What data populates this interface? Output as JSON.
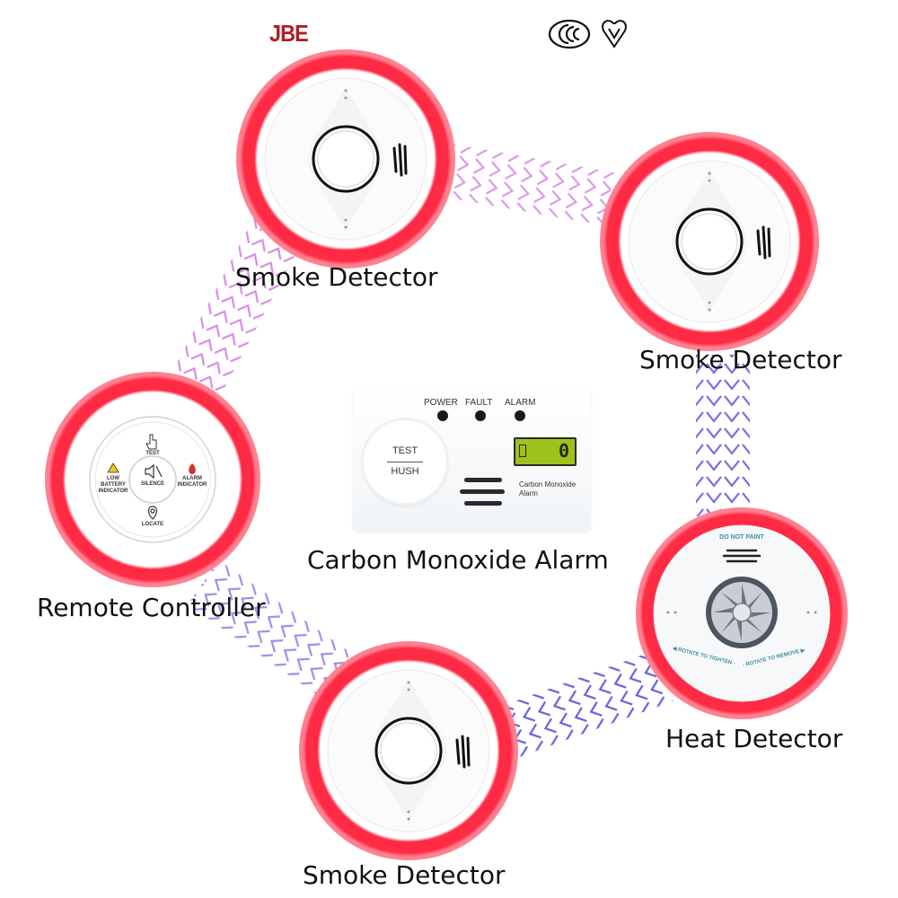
{
  "brand": {
    "name": "JBE",
    "color": "#b01e23"
  },
  "certifications": [
    {
      "icon": "ce-mark-icon"
    },
    {
      "icon": "kitemark-icon"
    }
  ],
  "colors": {
    "ring": "#ff2a44",
    "ring_glow": "#ff9aa8",
    "signal_pink": "#d88ce8",
    "signal_blue": "#6a5fe0",
    "heat_text": "#3a8da6"
  },
  "devices": {
    "smoke_top": {
      "label": "Smoke Detector"
    },
    "smoke_right": {
      "label": "Smoke Detector"
    },
    "remote": {
      "label": "Remote Controller",
      "buttons": {
        "test": "TEST",
        "silence": "SILENCE",
        "low_battery": "LOW BATTERY INDICATOR",
        "alarm": "ALARM INDICATOR",
        "locate": "LOCATE"
      }
    },
    "co_alarm": {
      "label": "Carbon Monoxide Alarm",
      "leds": [
        "POWER",
        "FAULT",
        "ALARM"
      ],
      "button_top": "TEST",
      "button_bottom": "HUSH",
      "display_value": "0",
      "description": "Carbon Monoxide Alarm"
    },
    "heat": {
      "label": "Heat Detector",
      "top_text": "DO NOT PAINT",
      "bottom_left": "◀ ROTATE TO TIGHTEN -",
      "bottom_right": "- ROTATE TO REMOVE ▶"
    },
    "smoke_bottom": {
      "label": "Smoke Detector"
    }
  }
}
